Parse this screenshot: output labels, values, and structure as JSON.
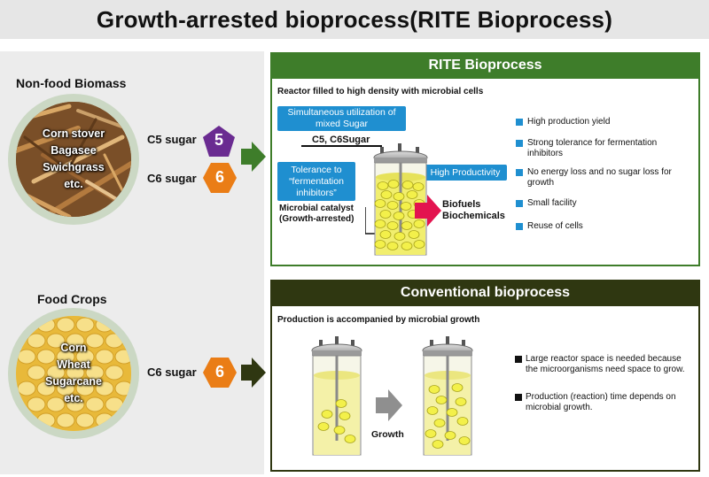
{
  "title": "Growth-arrested bioprocess(RITE Bioprocess)",
  "nonfood": {
    "label": "Non-food Biomass",
    "items": [
      "Corn stover",
      "Bagasee",
      "Swichgrass",
      "etc."
    ],
    "c5_label": "C5 sugar",
    "c5_num": "5",
    "c6_label": "C6 sugar",
    "c6_num": "6"
  },
  "food": {
    "label": "Food Crops",
    "items": [
      "Corn",
      "Wheat",
      "Sugarcane",
      "etc."
    ],
    "c6_label": "C6 sugar",
    "c6_num": "6"
  },
  "rite": {
    "header": "RITE Bioprocess",
    "subhead": "Reactor filled to high density with microbial cells",
    "box_mixed": "Simultaneous utilization of mixed Sugar",
    "c5c6": "C5, C6Sugar",
    "box_tolerance": "Tolerance to “fermentation inhibitors”",
    "catalyst": "Microbial catalyst (Growth-arrested)",
    "box_productivity": "High Productivity",
    "products": [
      "Biofuels",
      "Biochemicals"
    ],
    "bullets": [
      "High production yield",
      "Strong tolerance for fermentation inhibitors",
      "No energy loss and no sugar loss for growth",
      "Small facility",
      "Reuse of cells"
    ]
  },
  "conv": {
    "header": "Conventional bioprocess",
    "subhead": "Production is accompanied by microbial growth",
    "growth": "Growth",
    "bullets": [
      "Large reactor space is needed because the microorganisms need space to grow.",
      "Production (reaction) time depends on microbial growth."
    ]
  },
  "colors": {
    "rite_green": "#3e7d2a",
    "conv_dark": "#2f3711",
    "c5_purple": "#6a2b91",
    "c6_orange": "#ea7d16",
    "accent_blue": "#1f8fd0",
    "product_red": "#e3134f"
  }
}
